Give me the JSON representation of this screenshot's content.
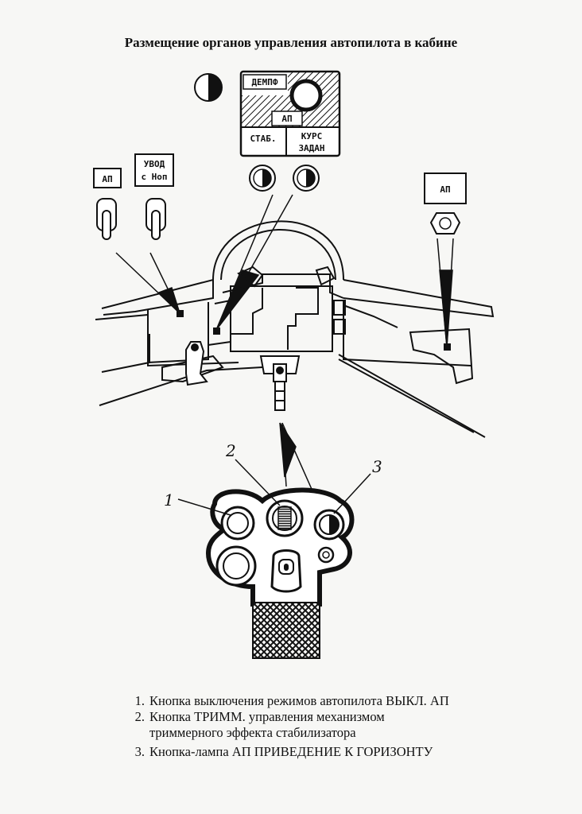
{
  "title": "Размещение органов управления автопилота в кабине",
  "panel": {
    "dempf": "ДЕМПФ",
    "ap": "АП",
    "stab": "СТАБ.",
    "kurs_line1": "КУРС",
    "kurs_line2": "ЗАДАН"
  },
  "switches": {
    "ap_label": "АП",
    "uvod_line1": "УВОД",
    "uvod_line2": "с Нoп",
    "right_ap_label": "АП"
  },
  "callouts": [
    "1",
    "2",
    "3"
  ],
  "legend": [
    {
      "num": "1.",
      "text": "Кнопка выключения режимов автопилота ВЫКЛ. АП"
    },
    {
      "num": "2.",
      "text": "Кнопка ТРИММ. управления механизмом\nтриммерного эффекта стабилизатора"
    },
    {
      "num": "3.",
      "text": "Кнопка-лампа АП ПРИВЕДЕНИЕ К ГОРИЗОНТУ"
    }
  ]
}
